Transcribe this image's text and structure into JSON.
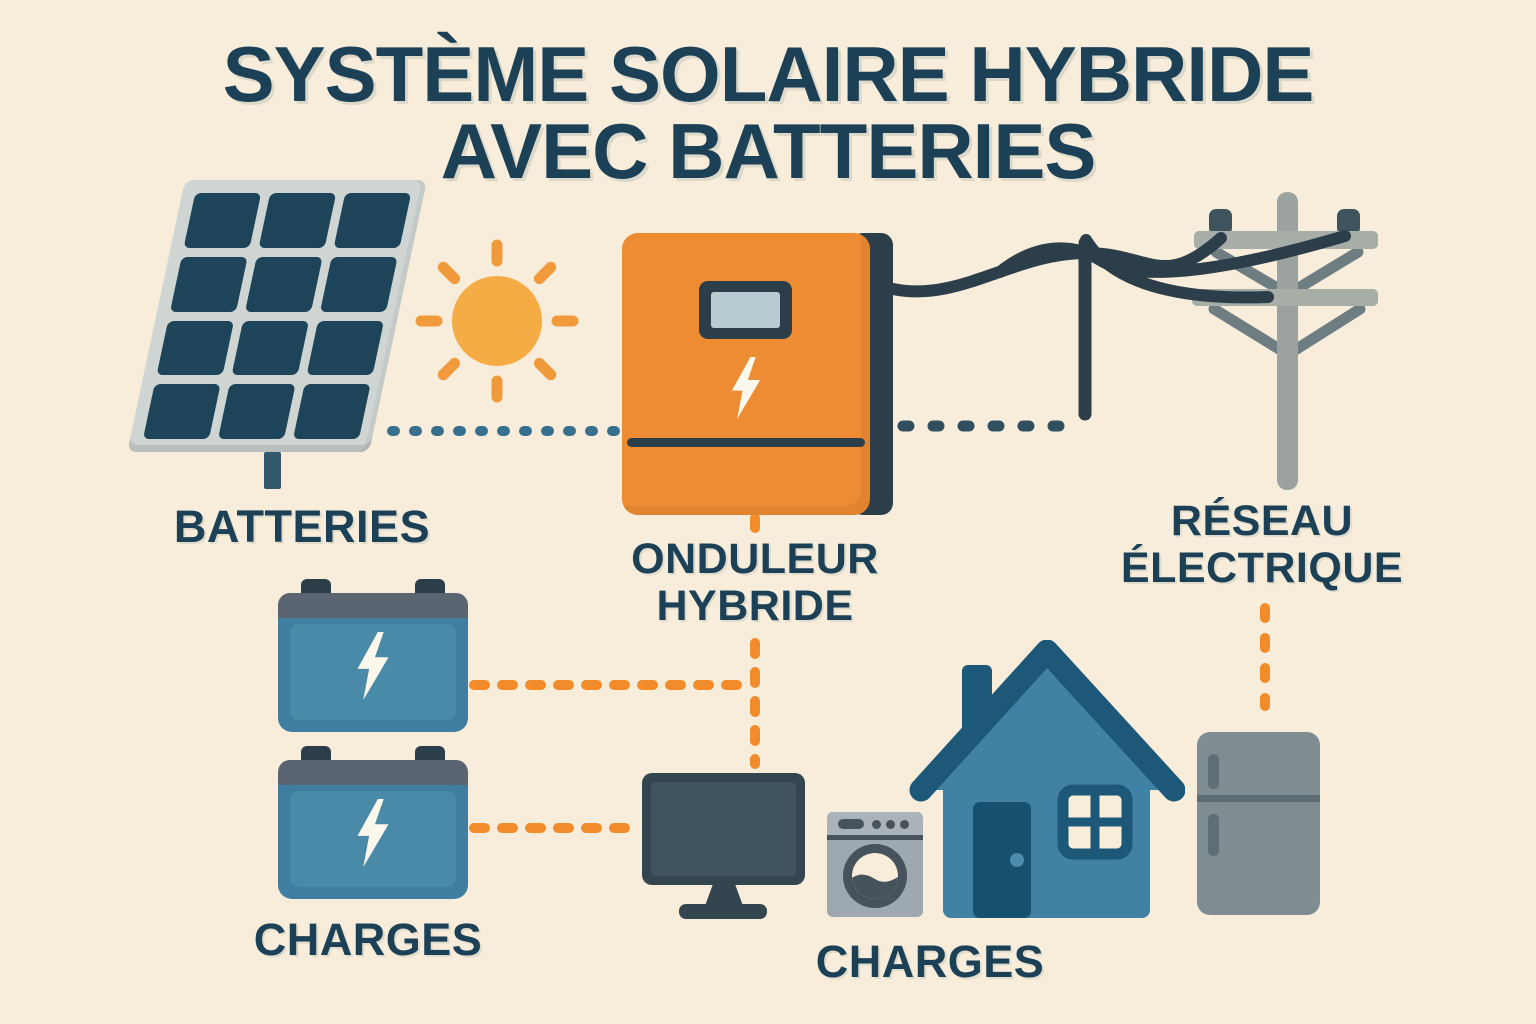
{
  "title": {
    "line1": "SYSTÈME SOLAIRE HYBRIDE",
    "line2": "AVEC BATTERIES"
  },
  "labels": {
    "solar_storage": "BATTERIES",
    "inverter_line1": "ONDULEUR",
    "inverter_line2": "HYBRIDE",
    "grid_line1": "RÉSEAU",
    "grid_line2": "ÉLECTRIQUE",
    "battery_loads": "CHARGES",
    "house_loads": "CHARGES"
  },
  "icons": {
    "solar_panel": "solar-panel-icon",
    "sun": "sun-icon",
    "hybrid_inverter": "inverter-icon",
    "utility_pole": "utility-pole-icon",
    "battery_1": "battery-icon",
    "battery_2": "battery-icon",
    "monitor": "monitor-icon",
    "washing_machine": "washing-machine-icon",
    "house": "house-icon",
    "refrigerator": "refrigerator-icon",
    "lightning_bolt": "lightning-bolt-icon"
  },
  "colors": {
    "bg": "#F8EDDA",
    "ink": "#1C4157",
    "panel_frame": "#CFD5D2",
    "panel_cell": "#1D4459",
    "panel_stand": "#32586C",
    "sun_core": "#F6AC45",
    "sun_ray": "#F19A3C",
    "inverter_orange": "#EE8C33",
    "slate_dark": "#2C3E4A",
    "screen": "#B8CDD1",
    "dash_blue": "#36708E",
    "dash_dark": "#30505F",
    "dash_orange": "#F28C2B",
    "battery_body": "#3F7EA0",
    "battery_inner": "#4A8AA9",
    "battery_top": "#5B6571",
    "wire": "#2C3E4A",
    "pole_gray": "#9BA29F",
    "crossarm": "#A7ADA7",
    "brace": "#6E7D82",
    "insulator": "#3E5560",
    "monitor_frame": "#33464F",
    "monitor_screen": "#3F545E",
    "washer_body": "#9DA8B0",
    "washer_top": "#AAB3BA",
    "washer_dark": "#46525C",
    "house_body": "#4081A4",
    "house_roof": "#1E5878",
    "house_door": "#16506F",
    "door_knob": "#4E8CAD",
    "fridge_body": "#7F8D93",
    "fridge_dark": "#5F6E76",
    "bolt_white": "#FDF8EC"
  }
}
